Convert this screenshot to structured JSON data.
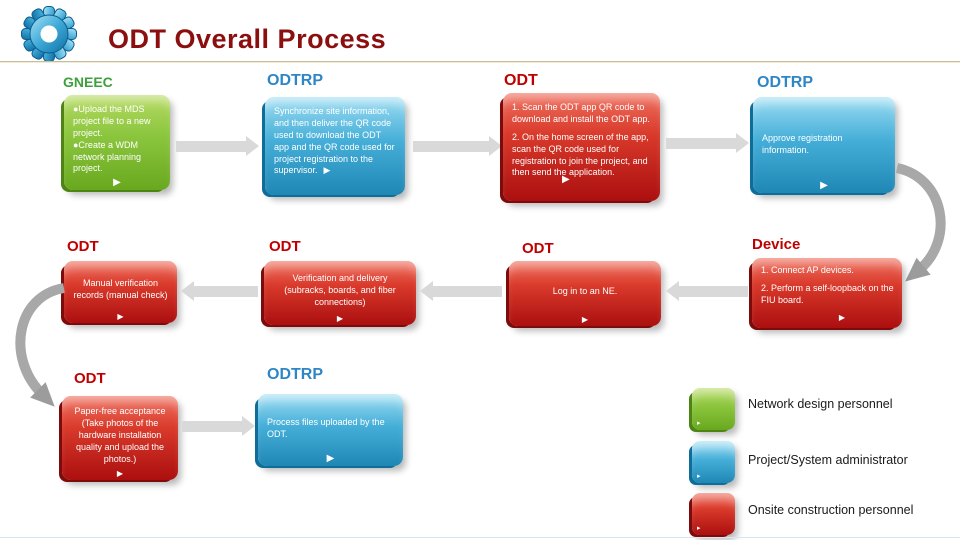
{
  "title": "ODT Overall Process",
  "icons": {
    "play": "▶",
    "play_small": "▸"
  },
  "colors": {
    "title": "#8b0f0f",
    "green_heading": "#3da03d",
    "blue_heading": "#2e86c6",
    "red_heading": "#c00000",
    "green_box": "#8cc63f",
    "blue_box": "#45aed8",
    "red_box": "#d93a2b",
    "arrow_gray": "#d9d9d9",
    "curved_arrow_gray": "#a8a8a8"
  },
  "rows": {
    "row1": {
      "gneec": {
        "label": "GNEEC",
        "lines": [
          "●Upload the MDS project file to a new project.",
          "●Create a WDM network planning project."
        ]
      },
      "odtrp": {
        "label": "ODTRP",
        "text": "Synchronize site information, and then deliver the QR code used to download the ODT app and the QR code used for project registration to the supervisor."
      },
      "odt": {
        "label": "ODT",
        "steps": [
          "1. Scan the ODT app QR code to download and install the ODT app.",
          "2. On the home screen of the app, scan the QR code used for registration to join the project, and then send the application."
        ]
      },
      "odtrp2": {
        "label": "ODTRP",
        "text": "Approve registration information."
      }
    },
    "row2": {
      "odt1": {
        "label": "ODT",
        "text": "Manual verification records (manual check)"
      },
      "odt2": {
        "label": "ODT",
        "text": "Verification and delivery (subracks, boards, and fiber connections)"
      },
      "odt3": {
        "label": "ODT",
        "text": "Log in to an NE."
      },
      "device": {
        "label": "Device",
        "steps": [
          "1. Connect AP devices.",
          "2. Perform a self-loopback on the FIU board."
        ]
      }
    },
    "row3": {
      "odt": {
        "label": "ODT",
        "text": "Paper-free acceptance (Take photos of the hardware installation quality and upload the photos.)"
      },
      "odtrp": {
        "label": "ODTRP",
        "text": "Process files uploaded by the ODT."
      }
    }
  },
  "legend": [
    {
      "label": "Network design personnel",
      "color": "#8cc63f"
    },
    {
      "label": "Project/System administrator",
      "color": "#45aed8"
    },
    {
      "label": "Onsite construction personnel",
      "color": "#d93a2b"
    }
  ]
}
